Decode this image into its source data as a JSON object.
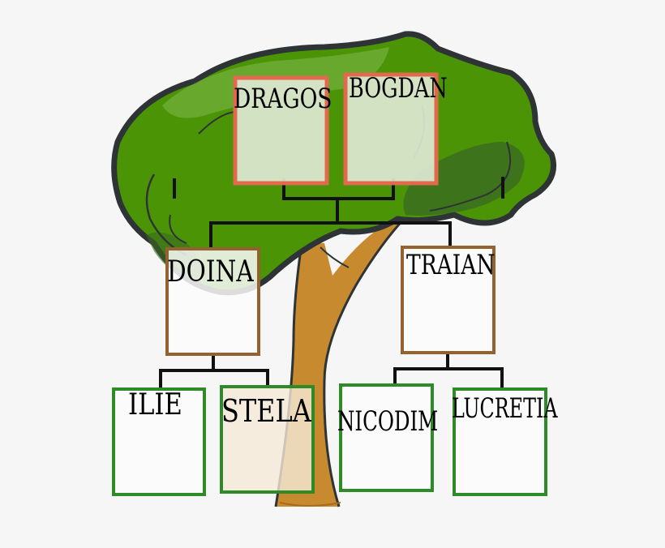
{
  "diagram": {
    "type": "family-tree",
    "colors": {
      "background": "#f6f6f6",
      "canopy": "#4a9406",
      "canopy_dark": "#3a6b20",
      "canopy_outline": "#2e3436",
      "trunk": "#c88a2e",
      "grandparent_border": "#e2694e",
      "grandparent_fill": "#dde8d2",
      "parent_border": "#94622e",
      "child_border": "#2e8b28",
      "connector": "#111111"
    },
    "grandparents": [
      {
        "name": "DRAGOS"
      },
      {
        "name": "BOGDAN"
      }
    ],
    "parents": [
      {
        "name": "DOINA"
      },
      {
        "name": "TRAIAN"
      }
    ],
    "children": [
      {
        "name": "ILIE",
        "parent": "DOINA"
      },
      {
        "name": "STELA",
        "parent": "DOINA"
      },
      {
        "name": "NICODIM",
        "parent": "TRAIAN"
      },
      {
        "name": "LUCRETIA",
        "parent": "TRAIAN"
      }
    ]
  }
}
